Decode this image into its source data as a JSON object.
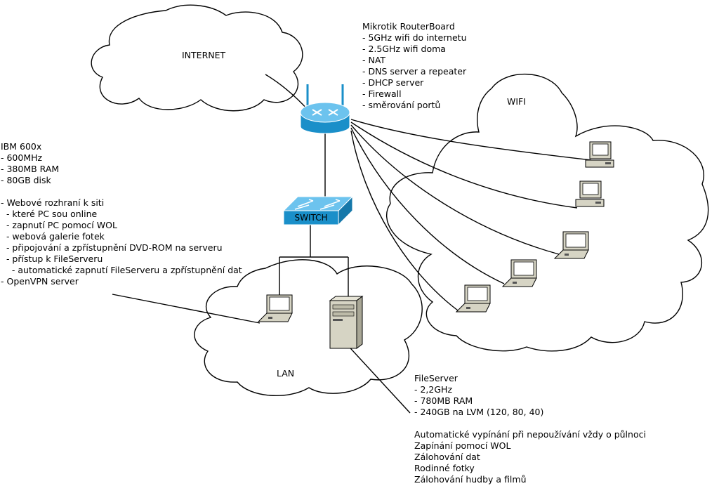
{
  "clouds": {
    "internet": "INTERNET",
    "wifi": "WIFI",
    "lan": "LAN"
  },
  "router": {
    "icon": "wireless-router-icon",
    "lines": [
      "Mikrotik RouterBoard",
      "- 5GHz wifi do internetu",
      "- 2.5GHz wifi doma",
      "- NAT",
      "- DNS server a repeater",
      "- DHCP server",
      "- Firewall",
      "- směrování portů"
    ]
  },
  "switch": {
    "icon": "network-switch-icon",
    "label": "SWITCH"
  },
  "ibm": {
    "icon": "laptop-icon",
    "lines": [
      "IBM 600x",
      "- 600MHz",
      "- 380MB RAM",
      "- 80GB disk",
      "",
      "- Webové rozhraní k siti",
      "  - které PC sou online",
      "  - zapnutí PC pomocí WOL",
      "  - webová galerie fotek",
      "  - připojování a zpřístupnění DVD-ROM na serveru",
      "  - přístup k FileServeru",
      "    - automatické zapnutí FileServeru a zpřístupnění dat",
      "- OpenVPN server"
    ]
  },
  "fileserver": {
    "icon": "tower-server-icon",
    "lines": [
      "FileServer",
      "- 2,2GHz",
      "- 780MB RAM",
      "- 240GB na LVM (120, 80, 40)",
      "",
      "Automatické vypínání při nepoužívání vždy o půlnoci",
      "Zapínání pomocí WOL",
      "Zálohování dat",
      "Rodinné fotky",
      "Zálohování hudby a filmů"
    ]
  },
  "wifi_clients": [
    {
      "icon": "desktop-pc-icon"
    },
    {
      "icon": "desktop-pc-icon"
    },
    {
      "icon": "laptop-icon"
    },
    {
      "icon": "laptop-icon"
    },
    {
      "icon": "laptop-icon"
    }
  ],
  "colors": {
    "device_blue": "#1a8fc9",
    "device_blue_light": "#6cc3ee",
    "device_beige": "#d6d4c4",
    "line": "#000000"
  }
}
